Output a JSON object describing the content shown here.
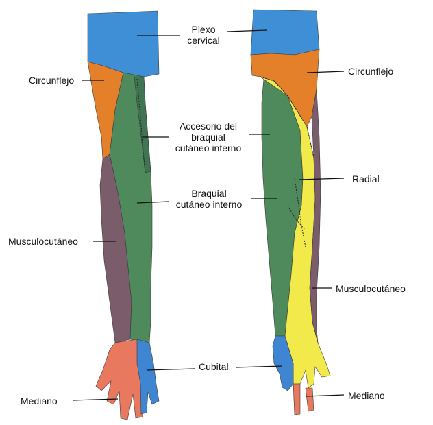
{
  "colors": {
    "plexo_cervical": "#3f8fd6",
    "circunflejo": "#e47f2a",
    "braquial_cutaneo_interno": "#4f8a5c",
    "musculocutaneo": "#7a5c6b",
    "radial": "#f2ea4a",
    "cubital": "#3f86d2",
    "mediano": "#e8785e"
  },
  "labels": {
    "plexo_l1": "Plexo",
    "plexo_l2": "cervical",
    "circunflejo_left": "Circunflejo",
    "circunflejo_right": "Circunflejo",
    "accesorio_l1": "Accesorio del",
    "accesorio_l2": "braquial",
    "accesorio_l3": "cutáneo interno",
    "braquial_l1": "Braquial",
    "braquial_l2": "cutáneo interno",
    "radial": "Radial",
    "musculocutaneo_left": "Musculocutáneo",
    "musculocutaneo_right": "Musculocutáneo",
    "cubital": "Cubital",
    "mediano_left": "Mediano",
    "mediano_right": "Mediano"
  }
}
